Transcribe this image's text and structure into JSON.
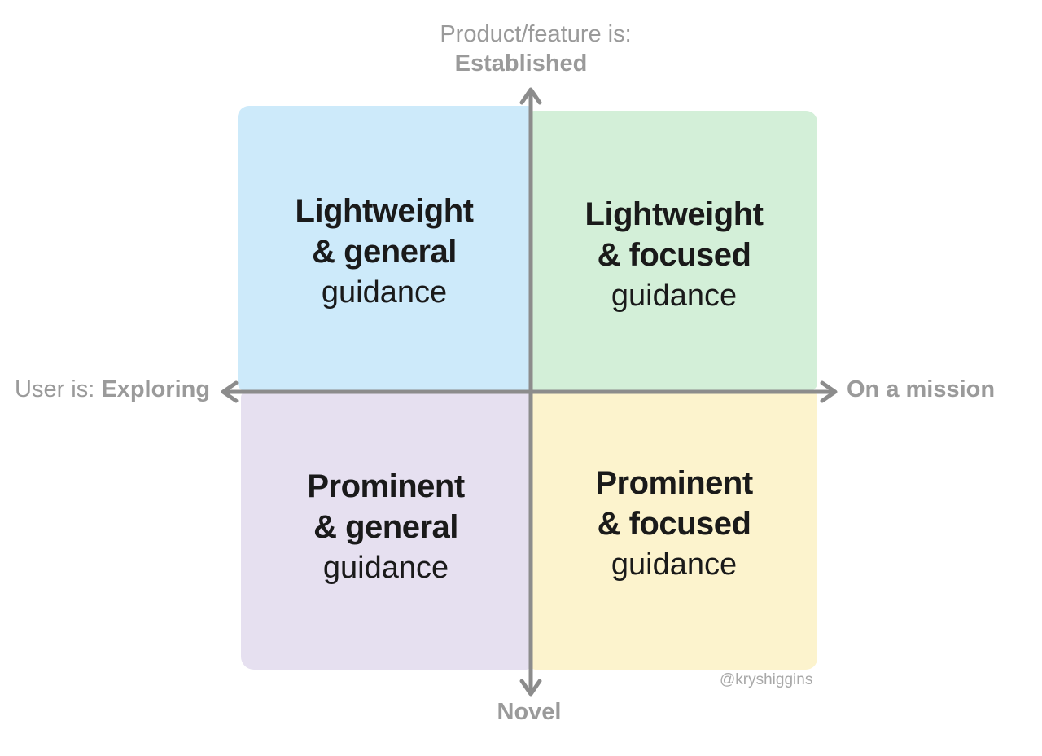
{
  "axes": {
    "top_prefix": "Product/feature is:",
    "top": "Established",
    "bottom": "Novel",
    "left_prefix": "User is:",
    "left": "Exploring",
    "right": "On a mission"
  },
  "quadrants": {
    "top_left": {
      "line1": "Lightweight",
      "line2": "& general",
      "line3": "guidance",
      "color": "#cdeafa"
    },
    "top_right": {
      "line1": "Lightweight",
      "line2": "& focused",
      "line3": "guidance",
      "color": "#d3efd8"
    },
    "bottom_left": {
      "line1": "Prominent",
      "line2": "& general",
      "line3": "guidance",
      "color": "#e6e0f0"
    },
    "bottom_right": {
      "line1": "Prominent",
      "line2": "& focused",
      "line3": "guidance",
      "color": "#fcf3cd"
    }
  },
  "credit": "@kryshiggins",
  "colors": {
    "axis": "#8c8c8c",
    "label": "#9a9a9a",
    "text": "#1a1a1a"
  }
}
